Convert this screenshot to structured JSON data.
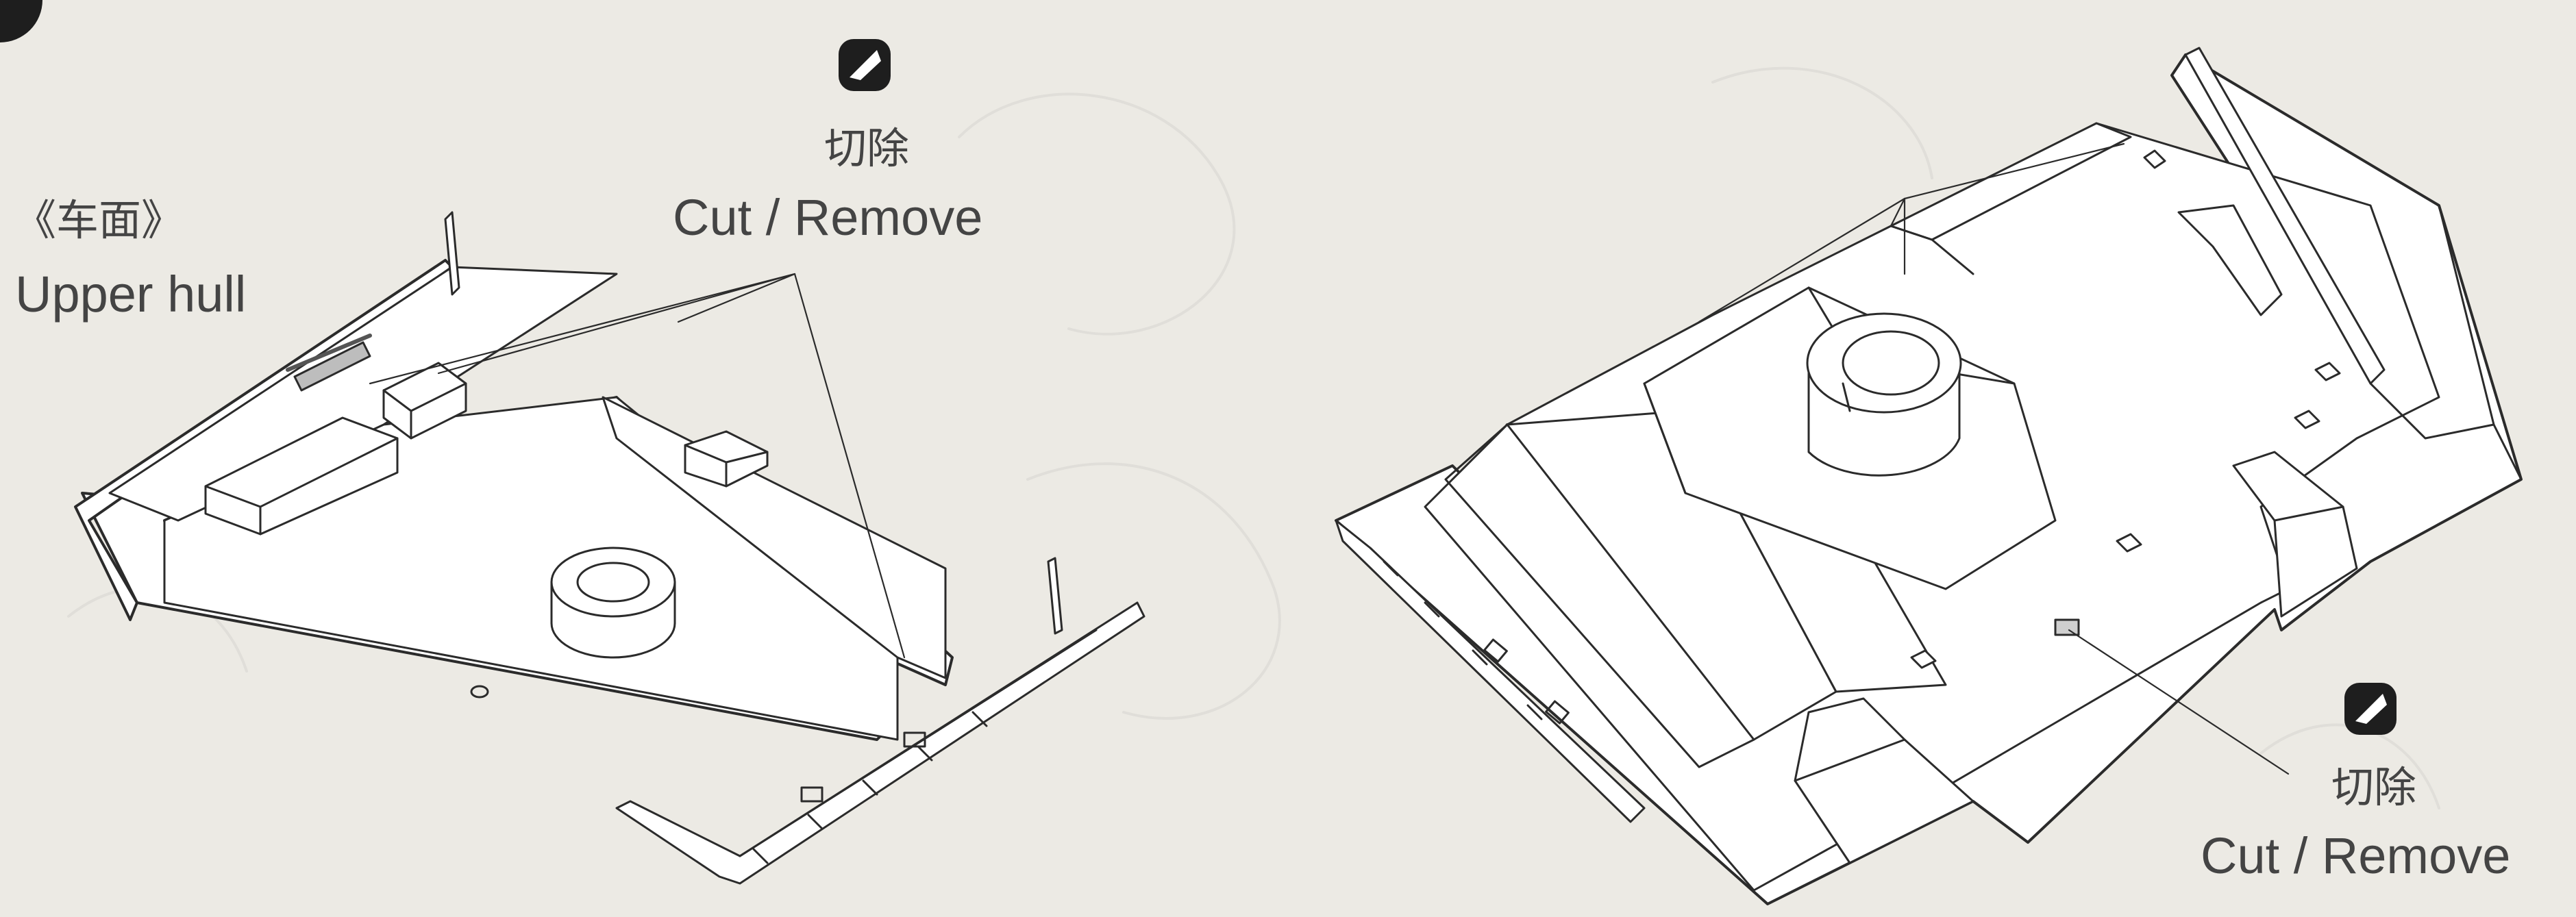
{
  "step_badge": {
    "icon": "step-number-badge"
  },
  "left_view": {
    "upper_hull_label_zh": "《车面》",
    "upper_hull_label_en": "Upper hull",
    "cut_label_zh": "切除",
    "cut_label_en": "Cut / Remove",
    "cut_icon": "knife-cut-icon"
  },
  "right_view": {
    "cut_label_zh": "切除",
    "cut_label_en": "Cut / Remove",
    "cut_icon": "knife-cut-icon"
  },
  "colors": {
    "background": "#eceae4",
    "line": "#2b2b2b",
    "part_fill": "#ffffff",
    "text": "#444444",
    "badge": "#1e1e1e"
  }
}
